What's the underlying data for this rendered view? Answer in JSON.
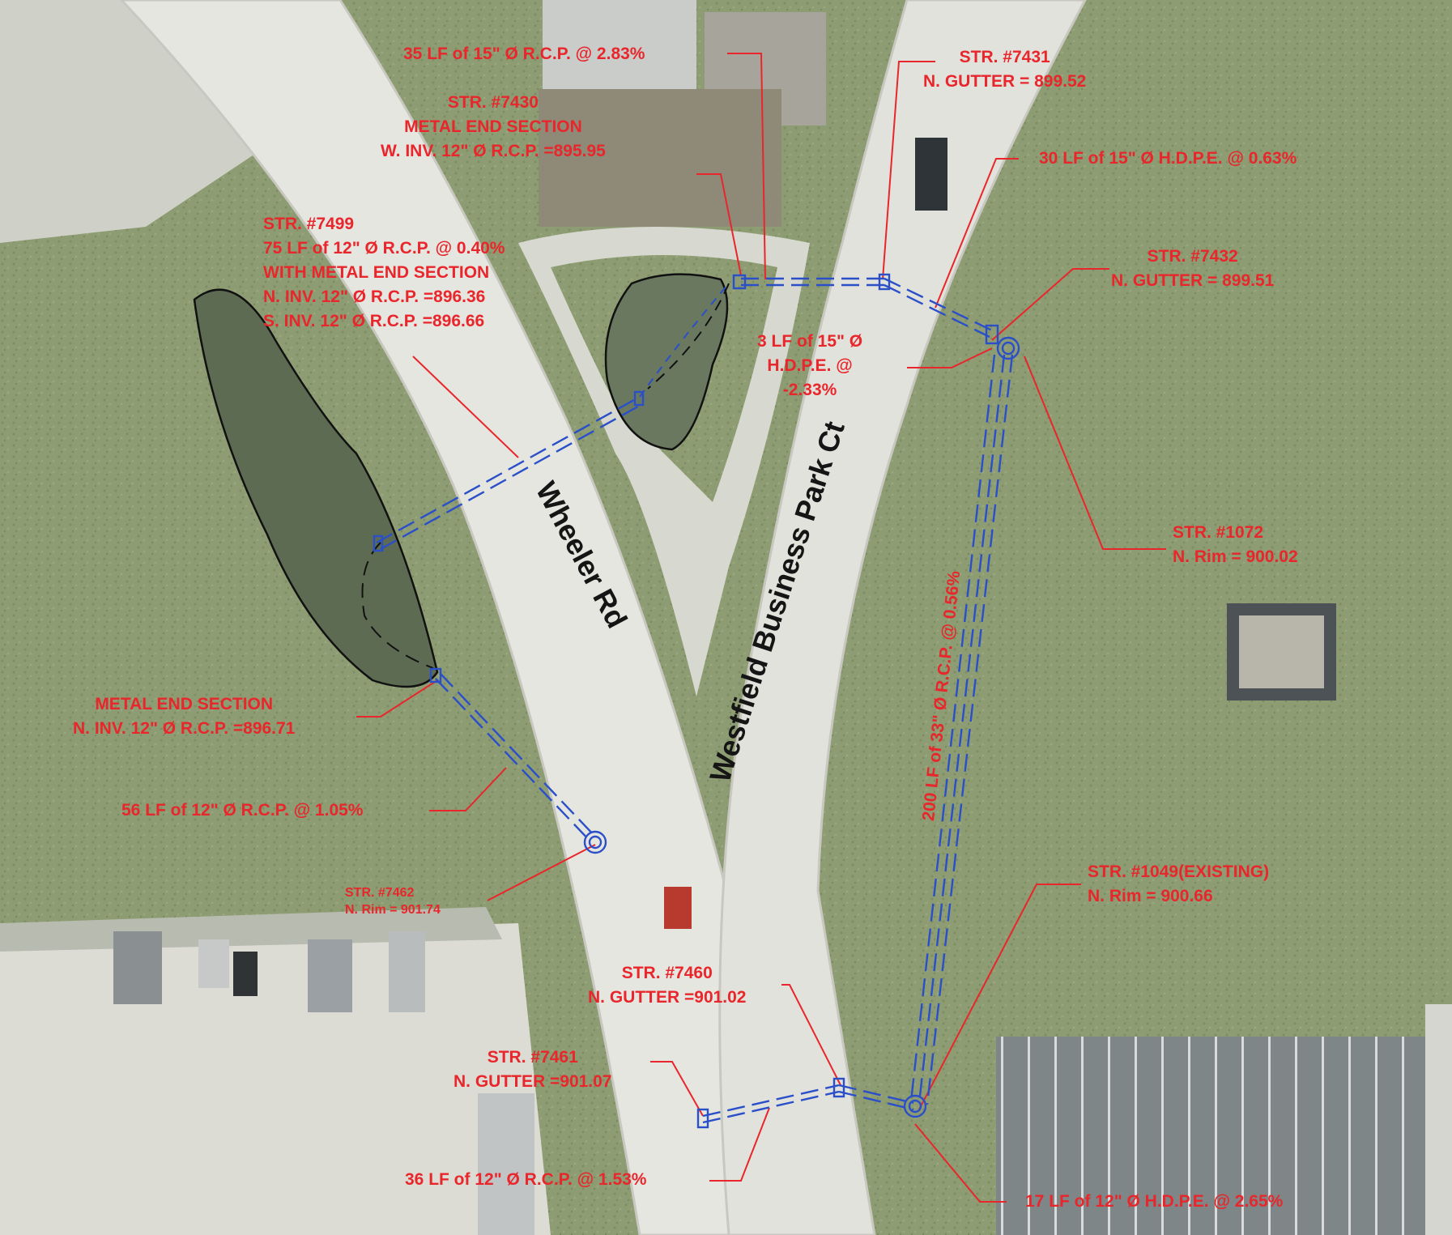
{
  "streets": {
    "wheeler": "Wheeler Rd",
    "westfield": "Westfield Business Park Ct"
  },
  "labels": {
    "lf35": "35 LF of 15\" Ø R.C.P. @ 2.83%",
    "str7430": "STR. #7430\nMETAL END SECTION\nW. INV. 12\" Ø R.C.P. =895.95",
    "str7431": "STR. #7431\nN. GUTTER = 899.52",
    "lf30": "30 LF of 15\" Ø H.D.P.E. @ 0.63%",
    "str7499": "STR. #7499\n75 LF of 12\" Ø R.C.P. @ 0.40%\nWITH METAL END SECTION\nN. INV. 12\" Ø R.C.P. =896.36\nS. INV. 12\" Ø R.C.P. =896.66",
    "str7432": "STR. #7432\nN. GUTTER = 899.51",
    "lf3": "3 LF of 15\" Ø\nH.D.P.E. @\n-2.33%",
    "str1072": "STR. #1072\nN. Rim = 900.02",
    "lf200": "200 LF of 33\" Ø R.C.P. @ 0.56%",
    "metal_end": "METAL END SECTION\nN. INV. 12\" Ø R.C.P. =896.71",
    "lf56": "56 LF of 12\" Ø R.C.P. @ 1.05%",
    "str7462": "STR. #7462\nN. Rim = 901.74",
    "str1049": "STR. #1049(EXISTING)\nN. Rim = 900.66",
    "str7460": "STR. #7460\nN. GUTTER =901.02",
    "str7461": "STR. #7461\nN. GUTTER =901.07",
    "lf36": "36 LF of 12\" Ø R.C.P. @ 1.53%",
    "lf17": "17 LF of 12\" Ø H.D.P.E. @ 2.65%"
  },
  "colors": {
    "annotation": "#e8262b",
    "pipe": "#2b4fc9",
    "road": "#e6e6e0",
    "grass": "#8a9a6e",
    "pond_outline": "#111111"
  }
}
